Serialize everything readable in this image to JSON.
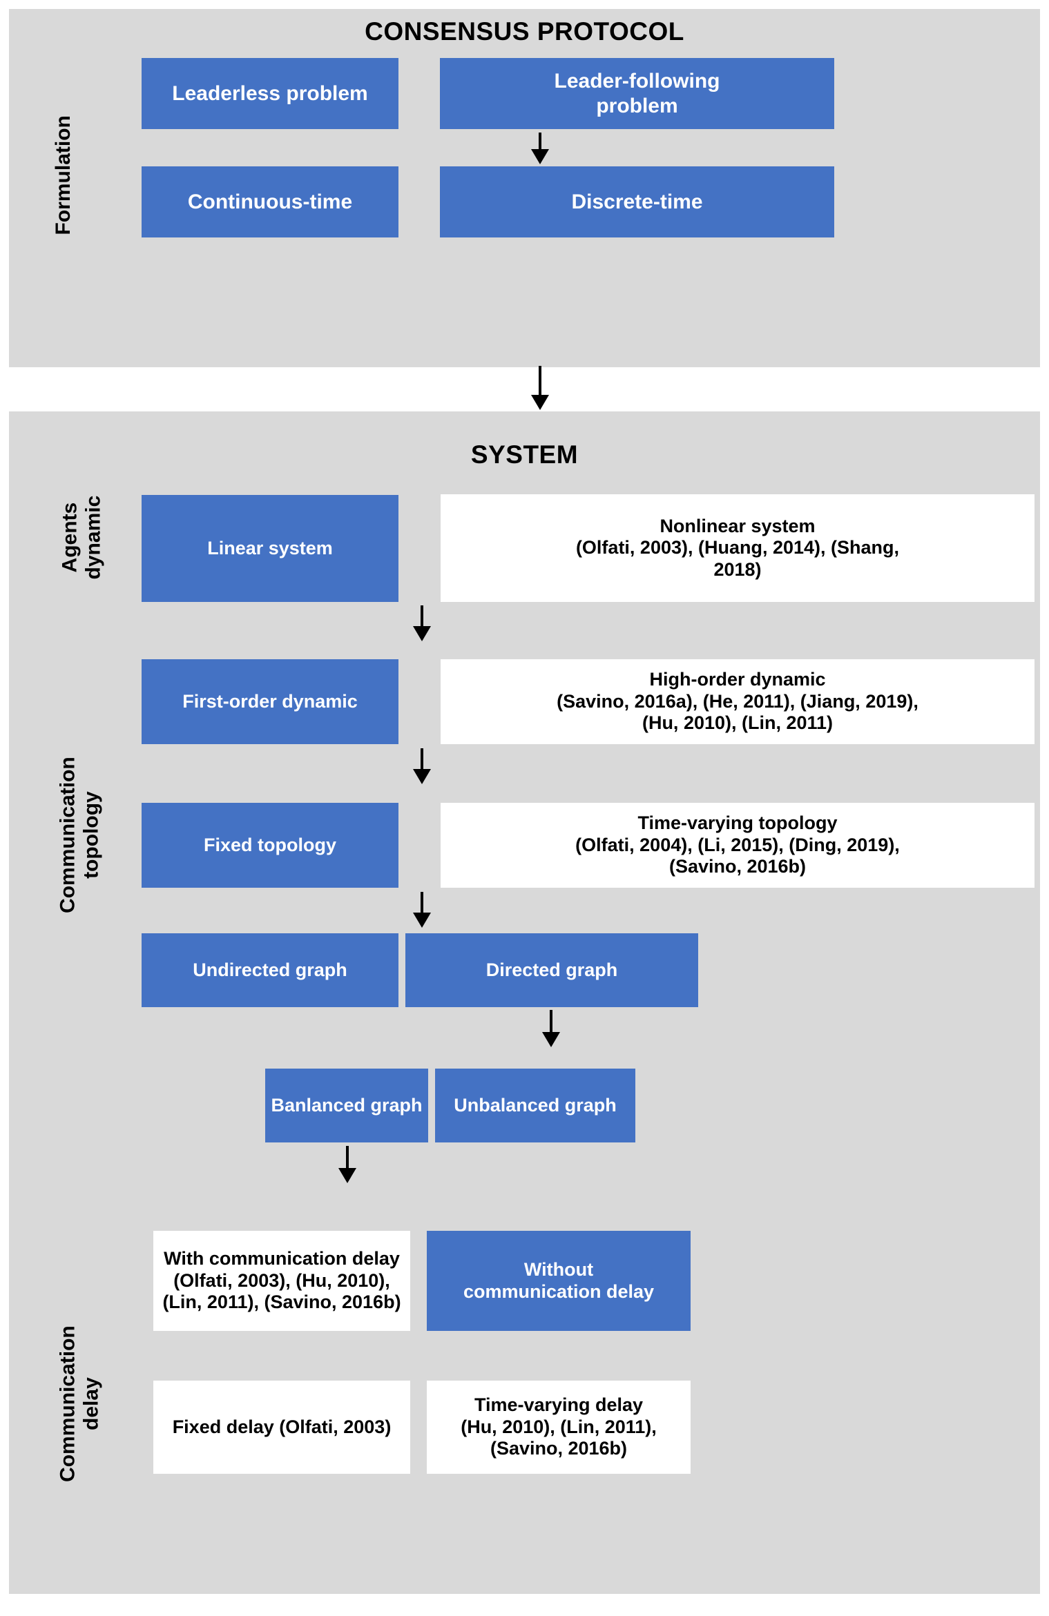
{
  "sections": [
    {
      "id": "formulation",
      "title": "CONSENSUS PROTOCOL",
      "side_label": "Formulation",
      "boxes": [
        {
          "label": "Leaderless problem",
          "style": "blue"
        },
        {
          "label": "Leader-following\nproblem",
          "style": "blue"
        },
        {
          "label": "Continuous-time",
          "style": "blue"
        },
        {
          "label": "Discrete-time",
          "style": "blue"
        }
      ]
    },
    {
      "id": "system",
      "title": "SYSTEM",
      "side_labels": [
        "Agents\ndynamic",
        "Communication\ntopology",
        "Communication\ndelay"
      ],
      "boxes": [
        {
          "label": "Linear system",
          "style": "blue"
        },
        {
          "label": "Nonlinear system\n(Olfati, 2003), (Huang, 2014), (Shang,\n2018)",
          "style": "white"
        },
        {
          "label": "First-order dynamic",
          "style": "blue"
        },
        {
          "label": "High-order dynamic\n(Savino, 2016a), (He, 2011), (Jiang, 2019),\n(Hu, 2010), (Lin, 2011)",
          "style": "white"
        },
        {
          "label": "Fixed topology",
          "style": "blue"
        },
        {
          "label": "Time-varying topology\n(Olfati, 2004), (Li, 2015), (Ding, 2019),\n(Savino, 2016b)",
          "style": "white"
        },
        {
          "label": "Undirected graph",
          "style": "blue"
        },
        {
          "label": "Directed graph",
          "style": "blue"
        },
        {
          "label": "Banlanced graph",
          "style": "blue"
        },
        {
          "label": "Unbalanced graph",
          "style": "blue"
        },
        {
          "label": "With communication delay\n(Olfati, 2003), (Hu, 2010),\n(Lin, 2011), (Savino, 2016b)",
          "style": "white"
        },
        {
          "label": "Without\ncommunication delay",
          "style": "blue"
        },
        {
          "label": "Fixed delay (Olfati, 2003)",
          "style": "white"
        },
        {
          "label": "Time-varying delay\n(Hu, 2010), (Lin, 2011),\n(Savino, 2016b)",
          "style": "white"
        }
      ]
    }
  ],
  "colors": {
    "panel_background": "#D9D9D9",
    "box_blue": "#4472C4",
    "box_white": "#FFFFFF",
    "text_on_blue": "#FFFFFF",
    "text_on_white": "#000000",
    "arrow": "#000000",
    "page_background": "#FFFFFF"
  },
  "flow_arrows": [
    {
      "name": "formulation-problem-to-time",
      "from": "Leaderless / Leader-following problem",
      "to": "Continuous-time / Discrete-time"
    },
    {
      "name": "formulation-to-system",
      "from": "Formulation section",
      "to": "System section"
    },
    {
      "name": "linear-to-first-order",
      "from": "Linear system",
      "to": "First-order dynamic"
    },
    {
      "name": "first-order-to-fixed-topology",
      "from": "First-order dynamic",
      "to": "Fixed topology"
    },
    {
      "name": "fixed-topology-to-graph",
      "from": "Fixed topology",
      "to": "Undirected / Directed graph"
    },
    {
      "name": "directed-graph-to-balanced",
      "from": "Directed graph",
      "to": "Banlanced / Unbalanced graph"
    },
    {
      "name": "balanced-to-delay",
      "from": "Banlanced graph",
      "to": "With communication delay"
    }
  ]
}
